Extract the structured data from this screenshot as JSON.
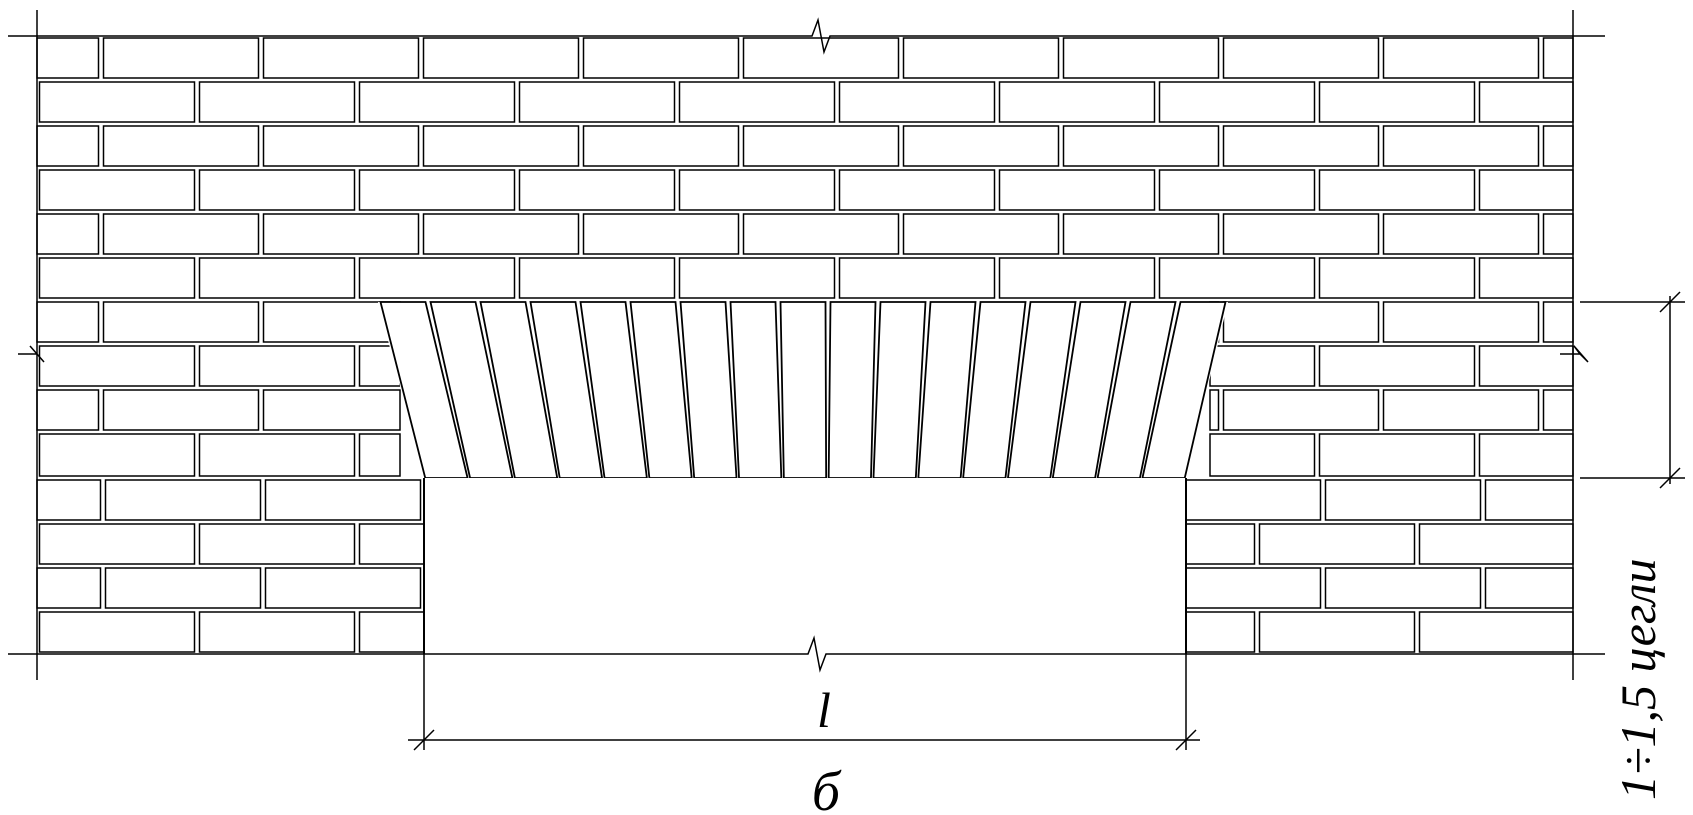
{
  "labels": {
    "span": "l",
    "figure_letter": "б",
    "lintel_height": "1÷1,5 цегли"
  },
  "colors": {
    "ink": "#000000",
    "brick_fill": "#ffffff",
    "opening_fill": "#ffffff"
  }
}
